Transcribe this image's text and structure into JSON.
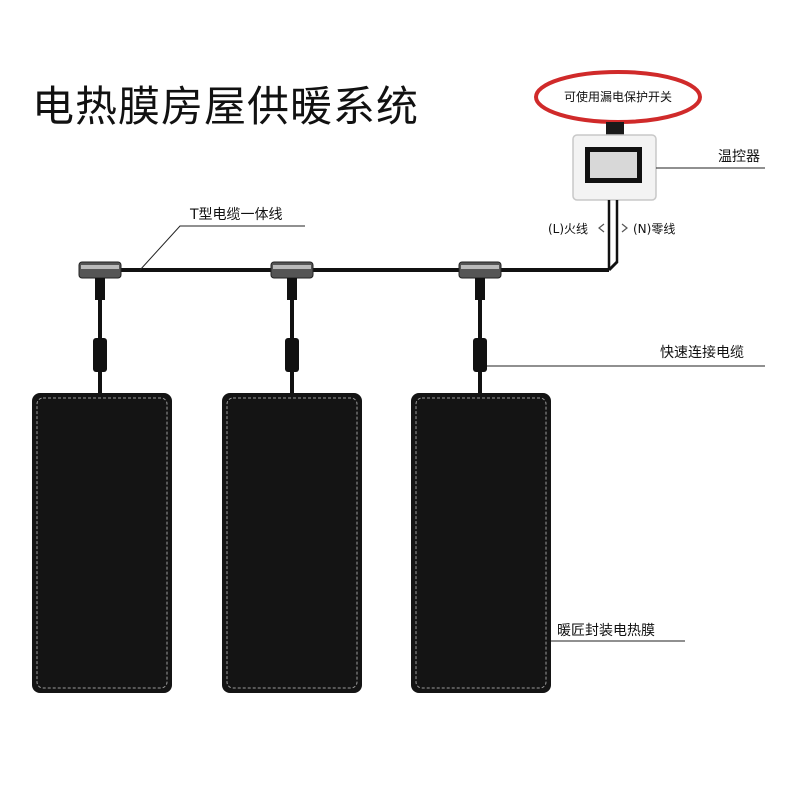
{
  "title": "电热膜房屋供暖系统",
  "labels": {
    "breaker": "可使用漏电保护开关",
    "thermostat": "温控器",
    "live_wire": "(L)火线",
    "neutral_wire": "(N)零线",
    "t_cable": "T型电缆一体线",
    "quick_cable": "快速连接电缆",
    "film": "暖匠封装电热膜"
  },
  "colors": {
    "breaker_ring": "#d02a2a",
    "film": "#141414",
    "cable": "#111111",
    "film_border": "#9a9a9a"
  },
  "panels": [
    {
      "id": "panel-1"
    },
    {
      "id": "panel-2"
    },
    {
      "id": "panel-3"
    }
  ]
}
